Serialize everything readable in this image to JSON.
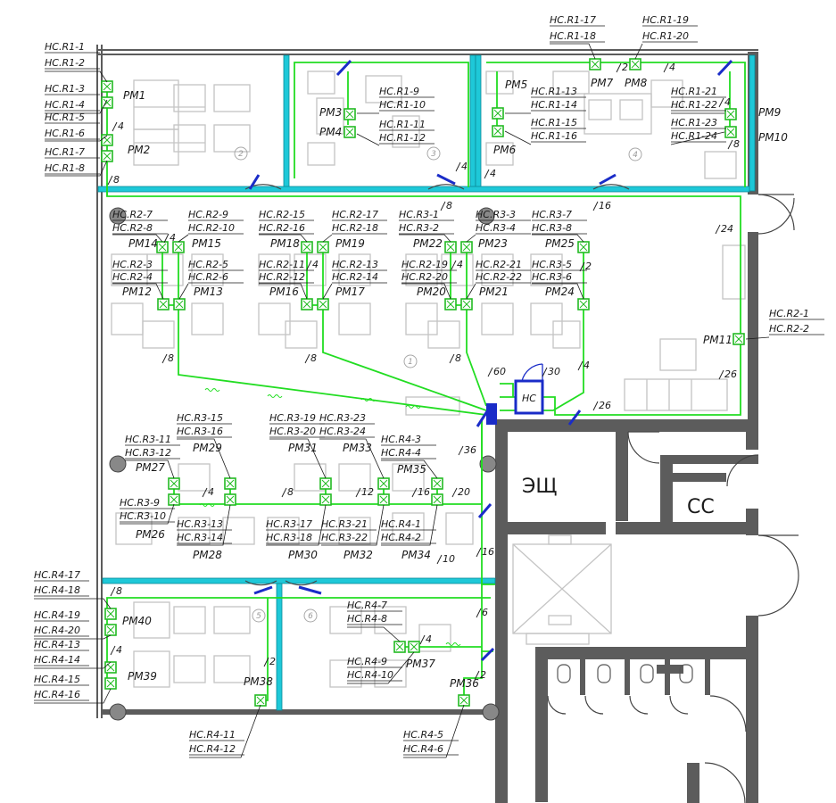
{
  "colors": {
    "wall": "#5a5a5a",
    "partition": "#1ec8d8",
    "cable": "#22dd22",
    "furniture": "#bdbdbd",
    "hub": "#1a2cc8"
  },
  "rooms": [
    {
      "id": "room-2",
      "label": "2"
    },
    {
      "id": "room-3",
      "label": "3"
    },
    {
      "id": "room-4",
      "label": "4"
    },
    {
      "id": "room-1",
      "label": "1"
    },
    {
      "id": "room-5",
      "label": "5"
    },
    {
      "id": "room-6",
      "label": "6"
    }
  ],
  "panels": {
    "ezch": "ЭЩ",
    "ss": "СС",
    "nc": "НС"
  },
  "workstations": [
    {
      "name": "PM1",
      "sockets": [
        "HC.R1-1",
        "HC.R1-2",
        "HC.R1-3",
        "HC.R1-4"
      ]
    },
    {
      "name": "PM2",
      "sockets": [
        "HC.R1-5",
        "HC.R1-6",
        "HC.R1-7",
        "HC.R1-8"
      ]
    },
    {
      "name": "PM3",
      "sockets": [
        "HC.R1-9",
        "HC.R1-10"
      ]
    },
    {
      "name": "PM4",
      "sockets": [
        "HC.R1-11",
        "HC.R1-12"
      ]
    },
    {
      "name": "PM5",
      "sockets": [
        "HC.R1-13",
        "HC.R1-14"
      ]
    },
    {
      "name": "PM6",
      "sockets": [
        "HC.R1-15",
        "HC.R1-16"
      ]
    },
    {
      "name": "PM7",
      "sockets": [
        "HC.R1-17",
        "HC.R1-18"
      ]
    },
    {
      "name": "PM8",
      "sockets": [
        "HC.R1-19",
        "HC.R1-20"
      ]
    },
    {
      "name": "PM9",
      "sockets": [
        "HC.R1-21",
        "HC.R1-22"
      ]
    },
    {
      "name": "PM10",
      "sockets": [
        "HC.R1-23",
        "HC.R1-24"
      ]
    },
    {
      "name": "PM11",
      "sockets": [
        "HC.R2-1",
        "HC.R2-2"
      ]
    },
    {
      "name": "PM12",
      "sockets": [
        "HC.R2-3",
        "HC.R2-4"
      ]
    },
    {
      "name": "PM13",
      "sockets": [
        "HC.R2-5",
        "HC.R2-6"
      ]
    },
    {
      "name": "PM14",
      "sockets": [
        "HC.R2-7",
        "HC.R2-8"
      ]
    },
    {
      "name": "PM15",
      "sockets": [
        "HC.R2-9",
        "HC.R2-10"
      ]
    },
    {
      "name": "PM16",
      "sockets": [
        "HC.R2-11",
        "HC.R2-12"
      ]
    },
    {
      "name": "PM17",
      "sockets": [
        "HC.R2-13",
        "HC.R2-14"
      ]
    },
    {
      "name": "PM18",
      "sockets": [
        "HC.R2-15",
        "HC.R2-16"
      ]
    },
    {
      "name": "PM19",
      "sockets": [
        "HC.R2-17",
        "HC.R2-18"
      ]
    },
    {
      "name": "PM20",
      "sockets": [
        "HC.R2-19",
        "HC.R2-20"
      ]
    },
    {
      "name": "PM21",
      "sockets": [
        "HC.R2-21",
        "HC.R2-22"
      ]
    },
    {
      "name": "PM22",
      "sockets": [
        "HC.R3-1",
        "HC.R3-2"
      ]
    },
    {
      "name": "PM23",
      "sockets": [
        "HC.R3-3",
        "HC.R3-4"
      ]
    },
    {
      "name": "PM24",
      "sockets": [
        "HC.R3-5",
        "HC.R3-6"
      ]
    },
    {
      "name": "PM25",
      "sockets": [
        "HC.R3-7",
        "HC.R3-8"
      ]
    },
    {
      "name": "PM26",
      "sockets": [
        "HC.R3-9",
        "HC.R3-10"
      ]
    },
    {
      "name": "PM27",
      "sockets": [
        "HC.R3-11",
        "HC.R3-12"
      ]
    },
    {
      "name": "PM28",
      "sockets": [
        "HC.R3-13",
        "HC.R3-14"
      ]
    },
    {
      "name": "PM29",
      "sockets": [
        "HC.R3-15",
        "HC.R3-16"
      ]
    },
    {
      "name": "PM30",
      "sockets": [
        "HC.R3-17",
        "HC.R3-18"
      ]
    },
    {
      "name": "PM31",
      "sockets": [
        "HC.R3-19",
        "HC.R3-20"
      ]
    },
    {
      "name": "PM32",
      "sockets": [
        "HC.R3-21",
        "HC.R3-22"
      ]
    },
    {
      "name": "PM33",
      "sockets": [
        "HC.R3-23",
        "HC.R3-24"
      ]
    },
    {
      "name": "PM34",
      "sockets": [
        "HC.R4-1",
        "HC.R4-2"
      ]
    },
    {
      "name": "PM35",
      "sockets": [
        "HC.R4-3",
        "HC.R4-4"
      ]
    },
    {
      "name": "PM36",
      "sockets": [
        "HC.R4-5",
        "HC.R4-6"
      ]
    },
    {
      "name": "PM37",
      "sockets": [
        "HC.R4-7",
        "HC.R4-8",
        "HC.R4-9",
        "HC.R4-10"
      ]
    },
    {
      "name": "PM38",
      "sockets": [
        "HC.R4-11",
        "HC.R4-12"
      ]
    },
    {
      "name": "PM39",
      "sockets": [
        "HC.R4-13",
        "HC.R4-14",
        "HC.R4-15",
        "HC.R4-16"
      ]
    },
    {
      "name": "PM40",
      "sockets": [
        "HC.R4-17",
        "HC.R4-18",
        "HC.R4-19",
        "HC.R4-20"
      ]
    }
  ],
  "cable_counts": [
    "4",
    "8",
    "8",
    "4",
    "4",
    "2",
    "4",
    "4",
    "8",
    "16",
    "24",
    "26",
    "4",
    "4",
    "2",
    "4",
    "8",
    "8",
    "8",
    "60",
    "30",
    "4",
    "26",
    "36",
    "4",
    "8",
    "12",
    "16",
    "20",
    "16",
    "10",
    "8",
    "4",
    "2",
    "6",
    "4",
    "2"
  ]
}
